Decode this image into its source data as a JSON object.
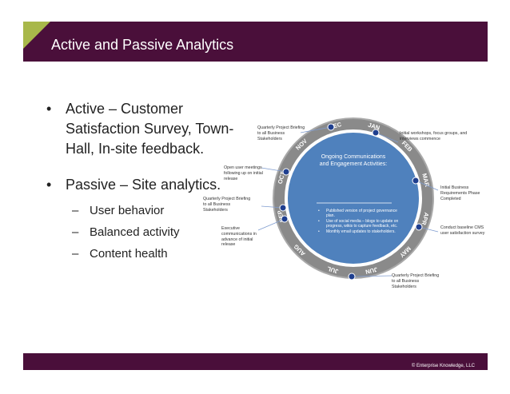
{
  "slide": {
    "title": "Active and Passive Analytics",
    "bullets": [
      "Active – Customer Satisfaction Survey, Town-Hall, In-site feedback.",
      "Passive – Site analytics."
    ],
    "sub_bullets": [
      "User behavior",
      "Balanced activity",
      "Content health"
    ],
    "footer": "© Enterprise Knowledge, LLC"
  },
  "cycle": {
    "center_title": "Ongoing Communications and Engagement Activities:",
    "center_items": [
      "Published version of project governance plan.",
      "Use of social media – blogs to update on progress, wikis to capture feedback, etc.",
      "Monthly email updates to stakeholders."
    ],
    "months": [
      "DEC",
      "JAN",
      "FEB",
      "MAR",
      "APR",
      "MAY",
      "JUN",
      "JUL",
      "AUG",
      "SEP",
      "OCT",
      "NOV"
    ],
    "notes": [
      "Quarterly Project Briefing to all Business Stakeholders",
      "Initial workshops, focus groups, and interviews commence",
      "Open user meetings following up on initial release",
      "Initial Business Requirements Phase Completed",
      "Quarterly Project Briefing to all Business Stakeholders",
      "Conduct baseline CMS user satisfaction survey",
      "Executive communications in advance of initial release",
      "Quarterly Project Briefing to all Business Stakeholders"
    ],
    "colors": {
      "ring": "#8a8a8a",
      "center": "#4f81bd",
      "marker": "#1f3f8f",
      "accent": "#a8b84a",
      "title_bar": "#4a0f3a"
    }
  }
}
